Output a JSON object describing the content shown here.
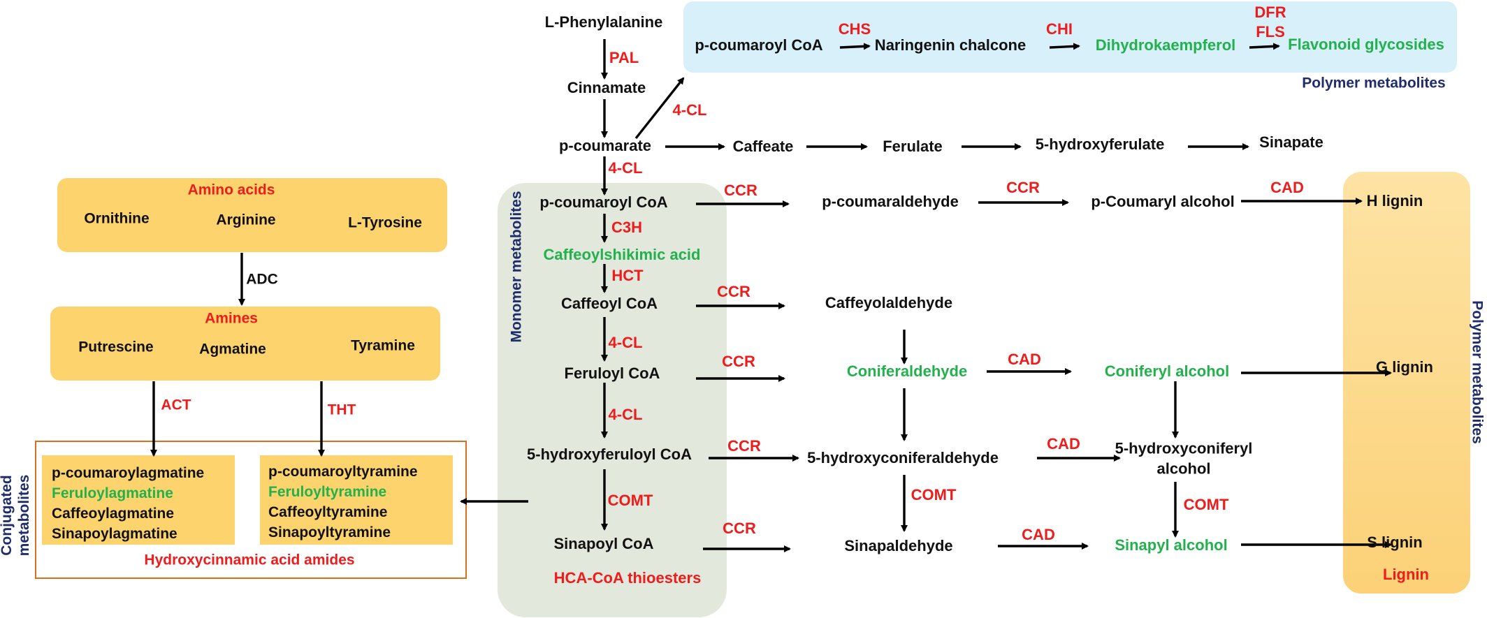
{
  "metabolites": {
    "l_phenylalanine": "L-Phenylalanine",
    "cinnamate": "Cinnamate",
    "p_coumarate": "p-coumarate",
    "caffeate": "Caffeate",
    "ferulate": "Ferulate",
    "hydroxyferulate": "5-hydroxyferulate",
    "sinapate": "Sinapate",
    "p_coumaroyl_coa": "p-coumaroyl CoA",
    "naringenin_chalcone": "Naringenin chalcone",
    "dihydrokaempferol": "Dihydrokaempferol",
    "flavonoid_glycosides": "Flavonoid glycosides",
    "caffeoylshikimic_acid": "Caffeoylshikimic acid",
    "caffeoyl_coa": "Caffeoyl CoA",
    "feruloyl_coa": "Feruloyl CoA",
    "hydroxyferuloyl_coa": "5-hydroxyferuloyl CoA",
    "sinapoyl_coa": "Sinapoyl CoA",
    "p_coumaraldehyde": "p-coumaraldehyde",
    "caffeyolaldehyde": "Caffeyolaldehyde",
    "coniferaldehyde": "Coniferaldehyde",
    "hydroxyconiferaldehyde": "5-hydroxyconiferaldehyde",
    "sinapaldehyde": "Sinapaldehyde",
    "p_coumaryl_alcohol": "p-Coumaryl alcohol",
    "coniferyl_alcohol": "Coniferyl alcohol",
    "hydroxyconiferyl_alcohol_1": "5-hydroxyconiferyl",
    "hydroxyconiferyl_alcohol_2": "alcohol",
    "sinapyl_alcohol": "Sinapyl alcohol"
  },
  "lignin": {
    "h": "H lignin",
    "g": "G lignin",
    "s": "S lignin",
    "label": "Lignin"
  },
  "enzymes": {
    "pal": "PAL",
    "cl4": "4-CL",
    "c3h": "C3H",
    "hct": "HCT",
    "comt": "COMT",
    "chs": "CHS",
    "chi": "CHI",
    "dfr": "DFR",
    "fls": "FLS",
    "ccr": "CCR",
    "cad": "CAD",
    "adc": "ADC",
    "act": "ACT",
    "tht": "THT"
  },
  "regions": {
    "polymer_metabolites": "Polymer metabolites",
    "monomer_metabolites": "Monomer metabolites",
    "hca_coa_thioesters": "HCA-CoA thioesters",
    "conjugated_1": "Conjugated",
    "conjugated_2": "metabolites"
  },
  "amino_acids": {
    "title": "Amino acids",
    "ornithine": "Ornithine",
    "arginine": "Arginine",
    "l_tyrosine": "L-Tyrosine"
  },
  "amines": {
    "title": "Amines",
    "putrescine": "Putrescine",
    "agmatine": "Agmatine",
    "tyramine": "Tyramine"
  },
  "conjugates": {
    "title": "Hydroxycinnamic acid amides",
    "p_coumaroylagmatine": "p-coumaroylagmatine",
    "feruloylagmatine": "Feruloylagmatine",
    "caffeoylagmatine": "Caffeoylagmatine",
    "sinapoylagmatine": "Sinapoylagmatine",
    "p_coumaroyltyramine": "p-coumaroyltyramine",
    "feruloyltyramine": "Feruloyltyramine",
    "caffeoyltyramine": "Caffeoyltyramine",
    "sinapoyltyramine": "Sinapoyltyramine"
  },
  "colors": {
    "metabolite": "#111111",
    "highlighted_metabolite": "#22b14c",
    "enzyme": "#ee1c1c",
    "region_label": "#1f2d6b",
    "flavonoid_box": "#d8f0fa",
    "monomer_box": "#e3e8dc",
    "yellow_box": "#fcd36d",
    "amides_frame": "#d9701e"
  }
}
